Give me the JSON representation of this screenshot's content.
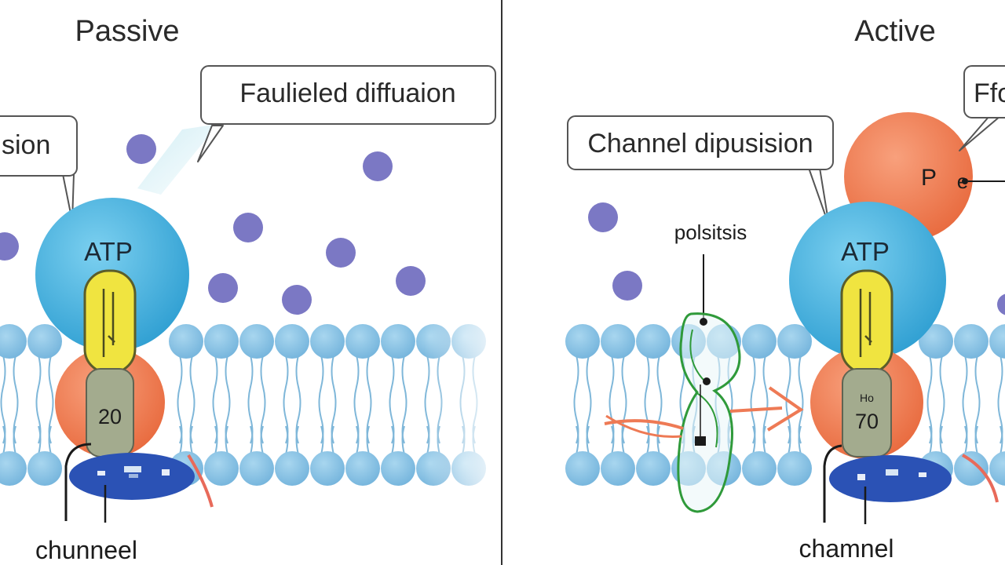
{
  "panels": {
    "passive": {
      "title": "Passive",
      "callout_main": "Faulieled diffuaion",
      "callout_left": "sion",
      "protein_top": "ATP",
      "protein_mid": "20",
      "bottom_label": "chunneel"
    },
    "active": {
      "title": "Active",
      "callout_main": "Channel dipusision",
      "callout_right": "Ffo",
      "protein_top": "ATP",
      "protein_mid": "70",
      "protein_mid_small": "Ho",
      "channel_label": "polsitsis",
      "phosphate_p": "P",
      "phosphate_e": "e",
      "bottom_label": "chamnel"
    }
  },
  "colors": {
    "lipid_head": "#8ec6e6",
    "lipid_tail": "#7fb7d9",
    "atp_sphere": "#4ab0dc",
    "orange_protein": "#f07f56",
    "yellow_channel": "#f0e440",
    "gray_core": "#a3ab8e",
    "solute": "#7b78c4",
    "base_disc": "#2b52b5",
    "green_channel": "#2f9a3a",
    "divider": "#333333"
  }
}
